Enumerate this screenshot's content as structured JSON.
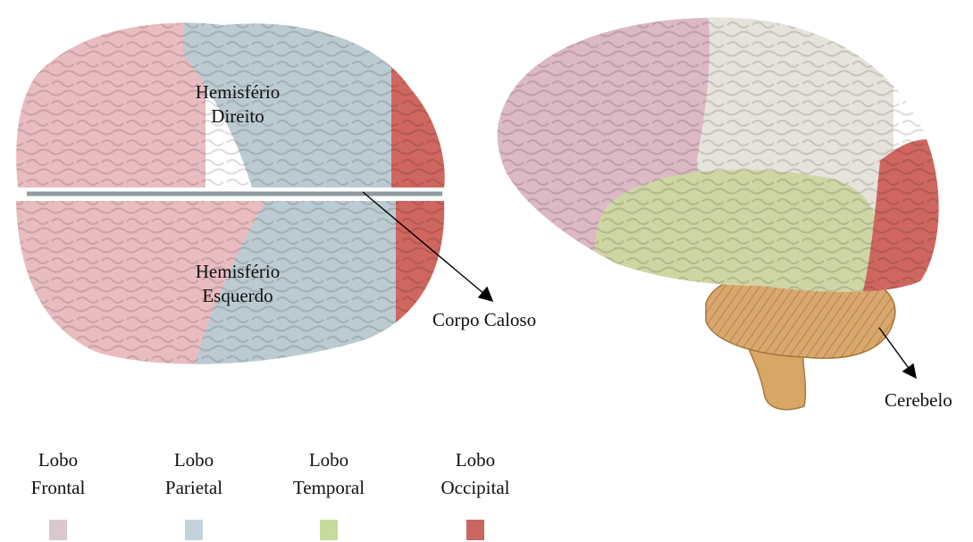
{
  "labels": {
    "right_hemisphere": [
      "Hemisfério",
      "Direito"
    ],
    "left_hemisphere": [
      "Hemisfério",
      "Esquerdo"
    ],
    "corpus_callosum": "Corpo Caloso",
    "cerebellum": "Cerebelo"
  },
  "legend": [
    {
      "line1": "Lobo",
      "line2": "Frontal",
      "color": "#d9c8cf"
    },
    {
      "line1": "Lobo",
      "line2": "Parietal",
      "color": "#c3d3dc"
    },
    {
      "line1": "Lobo",
      "line2": "Temporal",
      "color": "#c5dc9c"
    },
    {
      "line1": "Lobo",
      "line2": "Occipital",
      "color": "#c9665f"
    }
  ],
  "colors": {
    "frontal": "#e9bcc0",
    "parietal": "#bccbd2",
    "temporal": "#cfd6a4",
    "occipital": "#cf6760",
    "lateral_frontal": "#dcb9c4",
    "lateral_parietal": "#e6e3dc",
    "cerebellum": "#d9a86e",
    "brainstem": "#d8a768"
  }
}
